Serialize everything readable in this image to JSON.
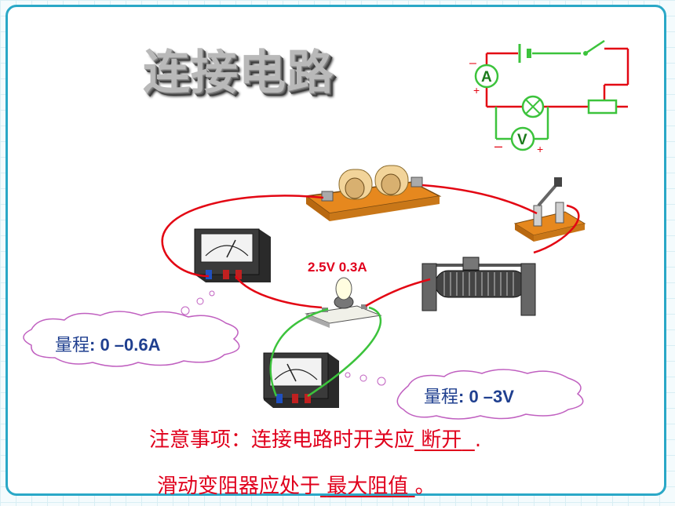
{
  "slide": {
    "title": "连接电路",
    "bulb_rating": "2.5V 0.3A",
    "ammeter_cloud": {
      "label": "量程",
      "range": ": 0 –0.6A"
    },
    "voltmeter_cloud": {
      "label": "量程",
      "range": ": 0 –3V"
    },
    "note_line1": {
      "prefix": "注意事项：连接电路时开关应",
      "answer": "断开",
      "suffix": "."
    },
    "note_line2": {
      "prefix": "滑动变阻器应处于",
      "answer": "最大阻值",
      "suffix": "。"
    }
  },
  "schematic": {
    "ammeter_symbol": "A",
    "voltmeter_symbol": "V",
    "minus_sign": "–",
    "plus_sign": "+"
  },
  "colors": {
    "accent_red": "#e0001c",
    "cloud_text_blue": "#1f3f8f",
    "frame_cyan": "#2aa8c7",
    "wire_red": "#e30613",
    "wire_green": "#3cc33c"
  }
}
